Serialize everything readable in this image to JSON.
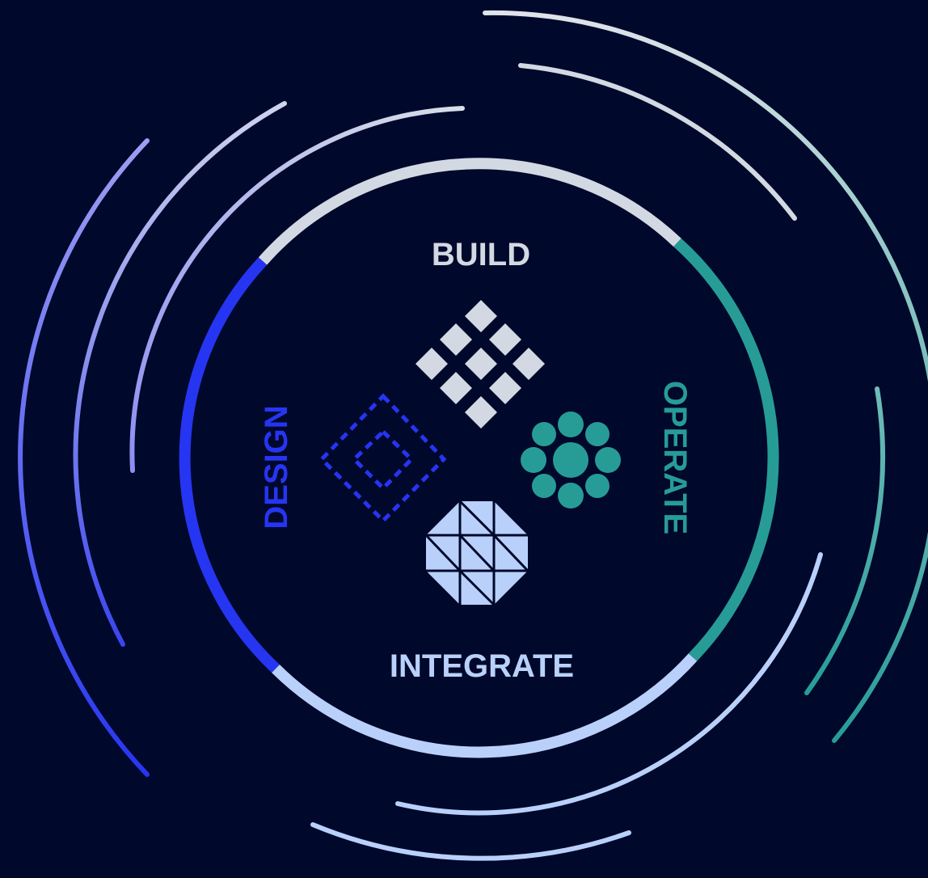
{
  "stages": {
    "build": {
      "label": "BUILD",
      "color": "#d3d9e3"
    },
    "operate": {
      "label": "OPERATE",
      "color": "#279c97"
    },
    "integrate": {
      "label": "INTEGRATE",
      "color": "#b9d1fa"
    },
    "design": {
      "label": "DESIGN",
      "color": "#2635f1"
    }
  },
  "icons": {
    "build": "diamond-grid-icon",
    "operate": "dot-cluster-icon",
    "integrate": "octagon-triangles-icon",
    "design": "dashed-diamond-icon"
  },
  "colors": {
    "background": "#00082b",
    "blue_light": "#8a8af0",
    "teal_light": "#9cc8cc",
    "pale": "#c8cfe0"
  }
}
